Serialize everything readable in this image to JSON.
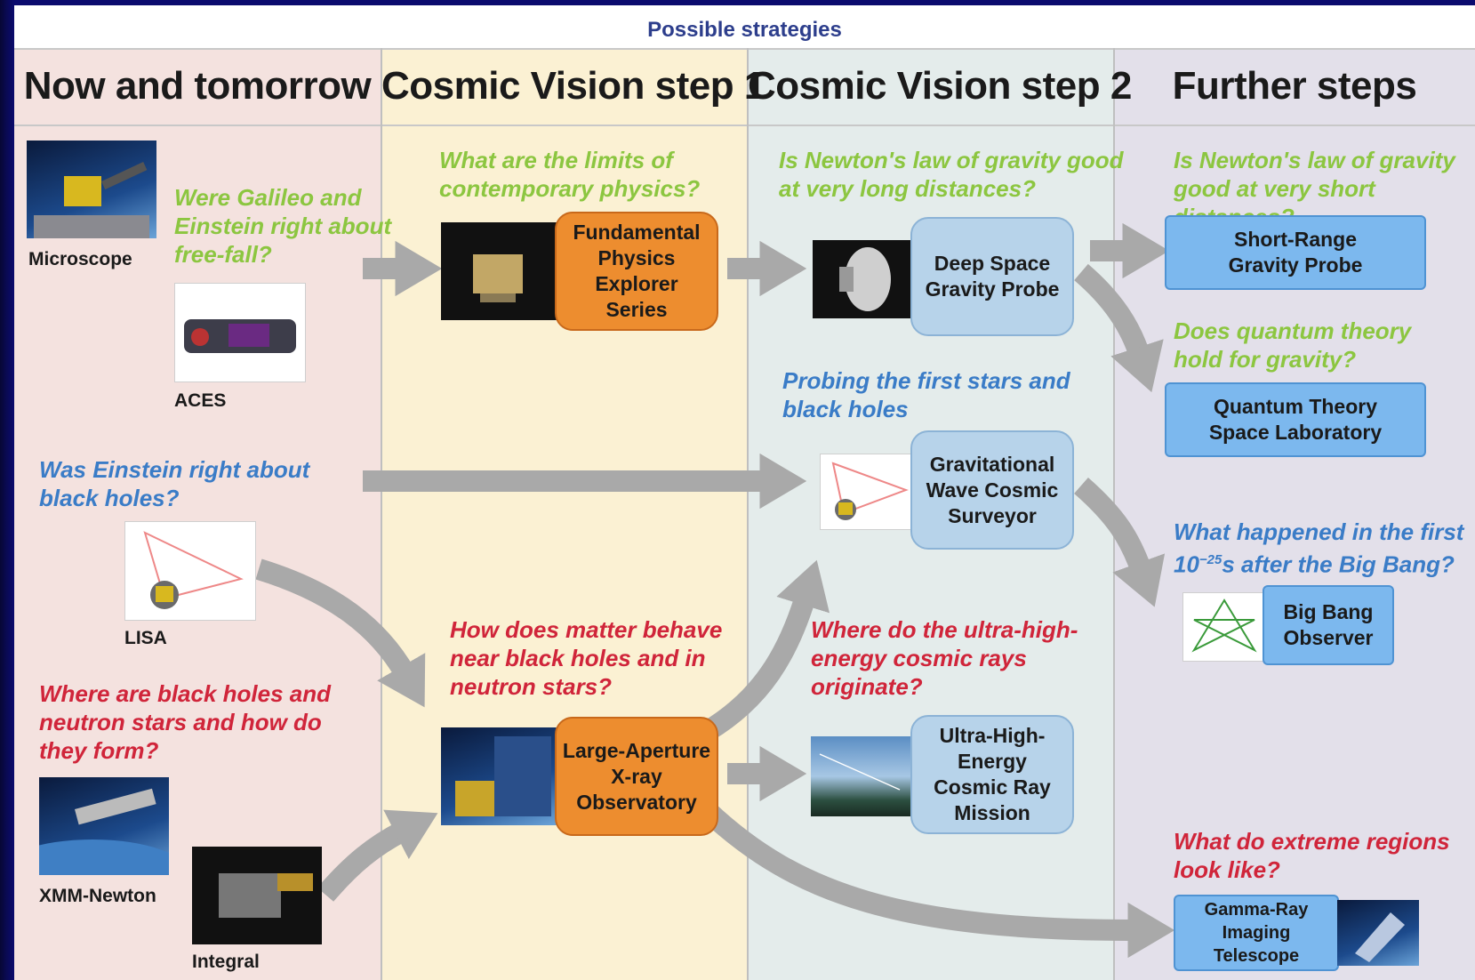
{
  "title": "Possible strategies",
  "columns": [
    {
      "header": "Now and tomorrow"
    },
    {
      "header": "Cosmic Vision step 1"
    },
    {
      "header": "Cosmic Vision step 2"
    },
    {
      "header": "Further steps"
    }
  ],
  "questions": {
    "galileo": [
      "Were Galileo and",
      "Einstein right about",
      "free-fall?"
    ],
    "limits": [
      "What are the limits of",
      "contemporary physics?"
    ],
    "newton_long": [
      "Is Newton's law of gravity good",
      "at very long distances?"
    ],
    "newton_short": [
      "Is Newton's law of gravity",
      "good at very short distances?"
    ],
    "quantum": [
      "Does quantum theory",
      "hold for gravity?"
    ],
    "first_stars": [
      "Probing the first stars and",
      "black holes"
    ],
    "einstein_bh": [
      "Was Einstein right about",
      "black holes?"
    ],
    "big_bang_pre": "What happened in the first",
    "big_bang_num": "10",
    "big_bang_exp": "−25",
    "big_bang_post": "s after the Big Bang?",
    "matter": [
      "How does matter behave",
      "near black holes and in",
      "neutron stars?"
    ],
    "cosmic_rays": [
      "Where do the ultra-high-",
      "energy cosmic rays",
      "originate?"
    ],
    "bh_form": [
      "Where are black holes and",
      "neutron stars and how do",
      "they form?"
    ],
    "extreme": [
      "What do extreme regions",
      "look like?"
    ]
  },
  "labels": {
    "microscope": "Microscope",
    "aces": "ACES",
    "lisa": "LISA",
    "xmm": "XMM-Newton",
    "integral": "Integral"
  },
  "missions": {
    "fpe": [
      "Fundamental",
      "Physics Explorer",
      "Series"
    ],
    "dsgp": [
      "Deep Space",
      "Gravity Probe"
    ],
    "srgp": [
      "Short-Range",
      "Gravity Probe"
    ],
    "qtsl": [
      "Quantum Theory",
      "Space Laboratory"
    ],
    "gwcs": [
      "Gravitational",
      "Wave Cosmic",
      "Surveyor"
    ],
    "bbo": [
      "Big Bang",
      "Observer"
    ],
    "laxo": [
      "Large-Aperture",
      "X-ray",
      "Observatory"
    ],
    "uhecr": [
      "Ultra-High-Energy",
      "Cosmic Ray",
      "Mission"
    ],
    "grit": [
      "Gamma-Ray",
      "Imaging Telescope"
    ]
  },
  "colors": {
    "question_green": "#8cc640",
    "question_blue": "#3a7cc7",
    "question_red": "#d0253a",
    "mission_orange": "#ed8d2f",
    "mission_lightblue": "#b7d3ea",
    "mission_blue": "#7cb8ee",
    "arrow_gray": "#a9a9a9"
  }
}
